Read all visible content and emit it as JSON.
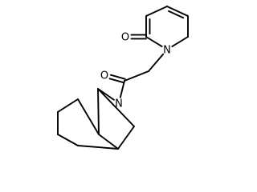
{
  "molecule": {
    "atoms": [
      {
        "id": "a1",
        "label": ""
      },
      {
        "id": "a2",
        "label": ""
      },
      {
        "id": "a3",
        "label": ""
      },
      {
        "id": "a4",
        "label": ""
      },
      {
        "id": "a5",
        "label": ""
      },
      {
        "id": "a6",
        "label": "N"
      },
      {
        "id": "a7",
        "label": "O"
      },
      {
        "id": "a8",
        "label": ""
      },
      {
        "id": "a9",
        "label": ""
      },
      {
        "id": "a10",
        "label": "O"
      },
      {
        "id": "a11",
        "label": "N"
      },
      {
        "id": "a12",
        "label": ""
      },
      {
        "id": "a13",
        "label": ""
      },
      {
        "id": "a14",
        "label": ""
      },
      {
        "id": "a15",
        "label": ""
      },
      {
        "id": "a16",
        "label": ""
      },
      {
        "id": "a17",
        "label": ""
      },
      {
        "id": "a18",
        "label": ""
      },
      {
        "id": "a19",
        "label": ""
      }
    ],
    "bonds": [
      {
        "from": "a1",
        "to": "a2",
        "order": 2
      },
      {
        "from": "a2",
        "to": "a3",
        "order": 1
      },
      {
        "from": "a3",
        "to": "a4",
        "order": 2
      },
      {
        "from": "a4",
        "to": "a5",
        "order": 1
      },
      {
        "from": "a5",
        "to": "a6",
        "order": 1
      },
      {
        "from": "a6",
        "to": "a1",
        "order": 1
      },
      {
        "from": "a6",
        "to": "a8",
        "order": 1
      },
      {
        "from": "a1",
        "to": "a7",
        "order": 2
      },
      {
        "from": "a8",
        "to": "a9",
        "order": 1
      },
      {
        "from": "a9",
        "to": "a10",
        "order": 2
      },
      {
        "from": "a9",
        "to": "a11",
        "order": 1
      },
      {
        "from": "a11",
        "to": "a12",
        "order": 1
      },
      {
        "from": "a12",
        "to": "a13",
        "order": 1
      },
      {
        "from": "a13",
        "to": "a14",
        "order": 1
      },
      {
        "from": "a14",
        "to": "a19",
        "order": 1
      },
      {
        "from": "a19",
        "to": "a12",
        "order": 1
      },
      {
        "from": "a14",
        "to": "a15",
        "order": 1
      },
      {
        "from": "a15",
        "to": "a16",
        "order": 1
      },
      {
        "from": "a16",
        "to": "a17",
        "order": 1
      },
      {
        "from": "a17",
        "to": "a18",
        "order": 1
      },
      {
        "from": "a18",
        "to": "a19",
        "order": 1
      }
    ]
  }
}
